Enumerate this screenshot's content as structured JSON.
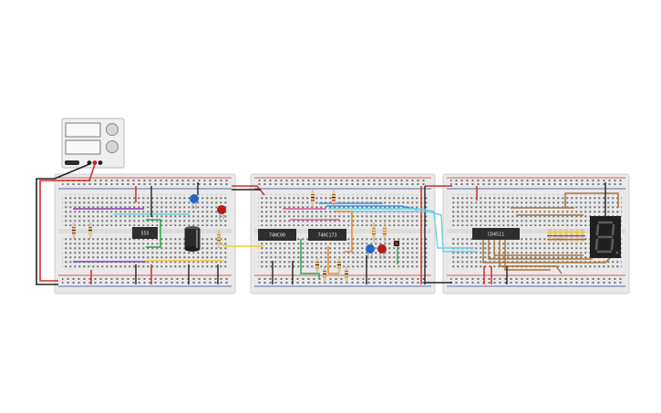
{
  "colors": {
    "board": "#e9e9e9",
    "board_edge": "#cfcfcf",
    "hole": "#6e6e6e",
    "rail_red": "#d0312d",
    "rail_blue": "#2f3f8f",
    "chip": "#2e2e2e",
    "wire_purple": "#8a3fb0",
    "wire_green": "#2fa84a",
    "wire_yellow": "#f2cd28",
    "wire_blue": "#3b8fd8",
    "wire_cyan": "#6fd0e6",
    "wire_orange": "#e8912c",
    "wire_brown": "#a8733c",
    "wire_pink": "#e0589a",
    "wire_black": "#222222",
    "wire_red": "#d62b2b",
    "led_blue": "#2566c8",
    "led_red": "#b51d1d",
    "seg_display": "#1f1f1f",
    "seg_off": "#5a5a5a"
  },
  "power_supply": {
    "name": "power-supply",
    "terminals": [
      "black",
      "red",
      "black"
    ]
  },
  "breadboards": [
    {
      "name": "breadboard-left"
    },
    {
      "name": "breadboard-middle"
    },
    {
      "name": "breadboard-right"
    }
  ],
  "chips": [
    {
      "name": "chip-555",
      "label": "555"
    },
    {
      "name": "chip-74hc00",
      "label": "74HC00"
    },
    {
      "name": "chip-74hc173",
      "label": "74HC173"
    },
    {
      "name": "chip-cd4511",
      "label": "CD4511"
    }
  ],
  "components": {
    "capacitor": "electrolytic-capacitor-icon",
    "leds": [
      "blue",
      "red",
      "blue",
      "red"
    ],
    "display": "seven-segment-display-icon"
  }
}
